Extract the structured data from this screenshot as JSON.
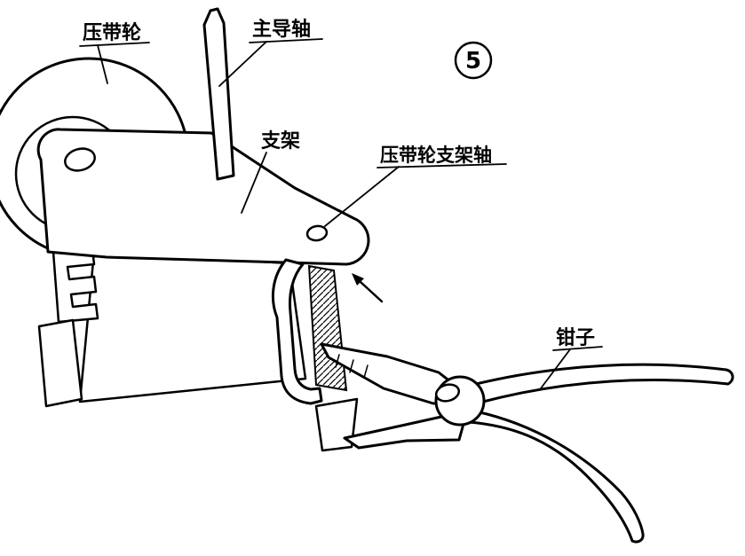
{
  "figure": {
    "number": "5",
    "labels": {
      "pinch_roller": "压带轮",
      "main_shaft": "主导轴",
      "bracket": "支架",
      "bracket_shaft": "压带轮支架轴",
      "pliers": "钳子"
    },
    "colors": {
      "ink": "#000000",
      "paper": "#ffffff"
    }
  }
}
